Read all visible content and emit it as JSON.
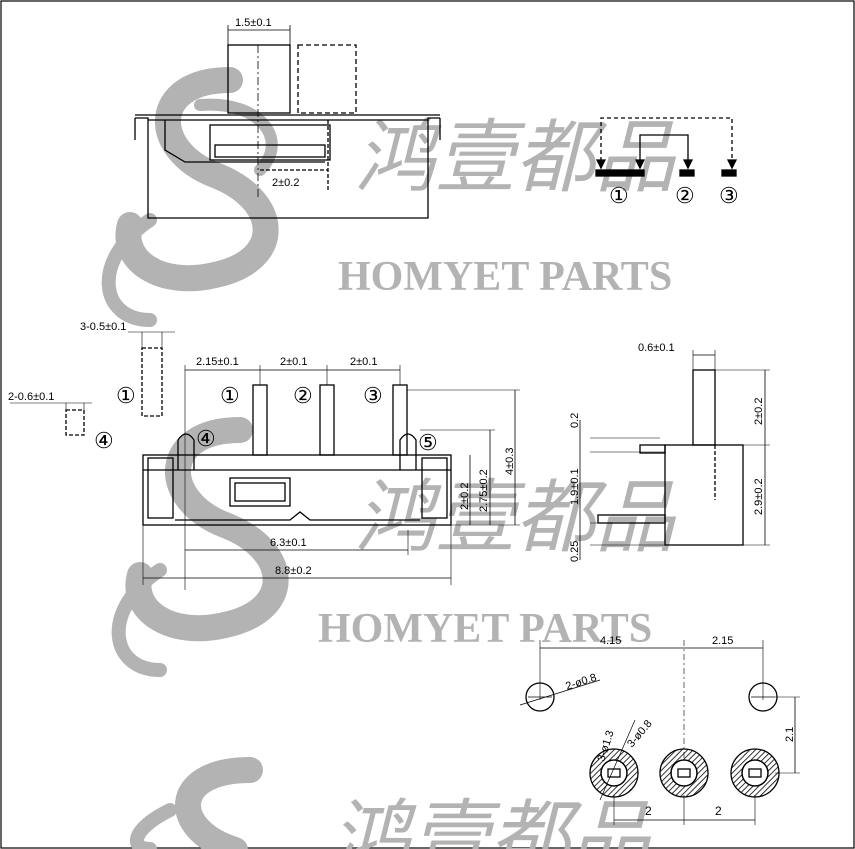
{
  "watermark": {
    "brand": "HOMYET PARTS",
    "chinese": "鸿壹都品",
    "color": "#b3b3b3"
  },
  "top_view": {
    "dim_actuator": "1.5±0.1",
    "dim_travel": "2±0.2"
  },
  "schematic": {
    "pin_1": "①",
    "pin_2": "②",
    "pin_3": "③"
  },
  "front_view": {
    "dim_pin_width": "3-0.5±0.1",
    "dim_mount_width": "2-0.6±0.1",
    "dim_first_pitch": "2.15±0.1",
    "dim_pitch_a": "2±0.1",
    "dim_pitch_b": "2±0.1",
    "dim_body_height": "2±0.2",
    "dim_mid_height": "2.75±0.2",
    "dim_total_height": "4±0.3",
    "dim_mount_span": "6.3±0.1",
    "dim_body_length": "8.8±0.2",
    "label_1": "①",
    "label_2": "②",
    "label_3": "③",
    "label_4": "④",
    "label_5": "⑤",
    "label_4b": "④",
    "label_1b": "①"
  },
  "side_view": {
    "dim_actuator_thick": "0.6±0.1",
    "dim_actuator_height": "2±0.2",
    "dim_body_height": "2.9±0.2",
    "dim_gap": "0.2",
    "dim_pin_pos": "1.9±0.1",
    "dim_pin_bottom": "0.25"
  },
  "footprint": {
    "dim_left_span": "4.15",
    "dim_right_span": "2.15",
    "dim_mount_hole": "2-ø0.8",
    "dim_pad_outer": "3-ø1.3",
    "dim_pad_hole": "3-ø0.8",
    "dim_row_spacing": "2.1",
    "dim_pitch_a": "2",
    "dim_pitch_b": "2"
  }
}
